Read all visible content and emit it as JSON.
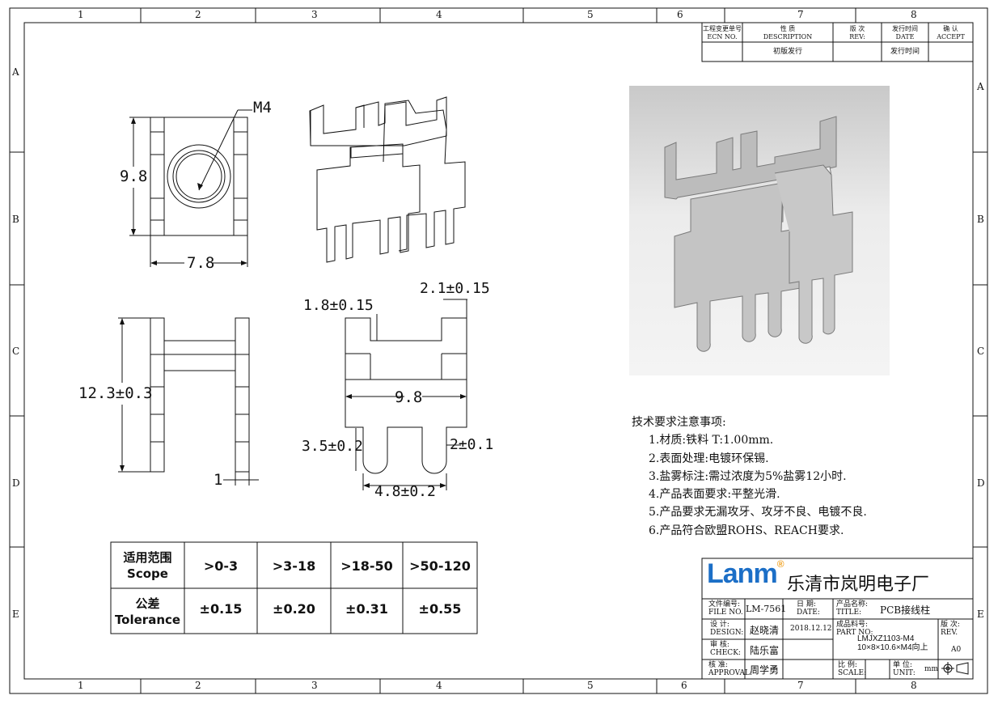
{
  "grid": {
    "columns": [
      "1",
      "2",
      "3",
      "4",
      "5",
      "6",
      "7",
      "8"
    ],
    "rows": [
      "A",
      "B",
      "C",
      "D",
      "E"
    ]
  },
  "revision_block": {
    "headers": [
      {
        "cn": "工程变更单号",
        "en": "ECN NO."
      },
      {
        "cn": "性 质",
        "en": "DESCRIPTION"
      },
      {
        "cn": "版 次",
        "en": "REV:"
      },
      {
        "cn": "发行时间",
        "en": "DATE"
      },
      {
        "cn": "确 认",
        "en": "ACCEPT"
      }
    ],
    "row": [
      "",
      "初版发行",
      "",
      "发行时间",
      ""
    ]
  },
  "dimensions": {
    "m4": "M4",
    "h9_8": "9.8",
    "w7_8": "7.8",
    "h12_3": "12.3±0.3",
    "t1": "1",
    "d1_8": "1.8±0.15",
    "d2_1": "2.1±0.15",
    "d9_8": "9.8",
    "d3_5": "3.5±0.2",
    "d2": "2±0.1",
    "d4_8": "4.8±0.2"
  },
  "notes": {
    "title": "技术要求注意事项:",
    "items": [
      "1.材质:铁料  T:1.00mm.",
      "2.表面处理:电镀环保锡.",
      "3.盐雾标注:需过浓度为5%盐雾12小时.",
      "4.产品表面要求:平整光滑.",
      "5.产品要求无漏攻牙、攻牙不良、电镀不良.",
      "6.产品符合欧盟ROHS、REACH要求."
    ]
  },
  "tolerance_table": {
    "scope_cn": "适用范围",
    "scope_en": "Scope",
    "tol_cn": "公差",
    "tol_en": "Tolerance",
    "ranges": [
      ">0-3",
      ">3-18",
      ">18-50",
      ">50-120"
    ],
    "values": [
      "±0.15",
      "±0.20",
      "±0.31",
      "±0.55"
    ]
  },
  "title_block": {
    "logo": "Lanm",
    "logo_mark": "®",
    "company": "乐清市岚明电子厂",
    "file_no_label": "文件编号:",
    "file_no_label_en": "FILE NO.",
    "file_no": "LM-7561",
    "date_label": "日 期:",
    "date_label_en": "DATE:",
    "product_name_label": "产品名称:",
    "product_name_label_en": "TITLE:",
    "product_name": "PCB接线柱",
    "design_label": "设 计:",
    "design_label_en": "DESIGN:",
    "designer": "赵晓清",
    "date": "2018.12.12",
    "part_no_label": "成品料号:",
    "part_no_label_en": "PART NO:",
    "part_no": "LMJXZ1103-M4",
    "part_desc": "10×8×10.6×M4向上",
    "rev_label": "版 次:",
    "rev_label_en": "REV.",
    "rev": "A0",
    "check_label": "审 核:",
    "check_label_en": "CHECK:",
    "checker": "陆乐富",
    "approval_label": "核 准:",
    "approval_label_en": "APPROVAL:",
    "approver": "周学勇",
    "scale_label": "比 例:",
    "scale_label_en": "SCALE:",
    "unit_label": "单 位:",
    "unit_label_en": "UNIT:",
    "unit": "mm"
  },
  "colors": {
    "line": "#111111",
    "logo_blue": "#1c6fc7",
    "logo_orange": "#f0a020",
    "render_part": "#c4c4c4"
  }
}
